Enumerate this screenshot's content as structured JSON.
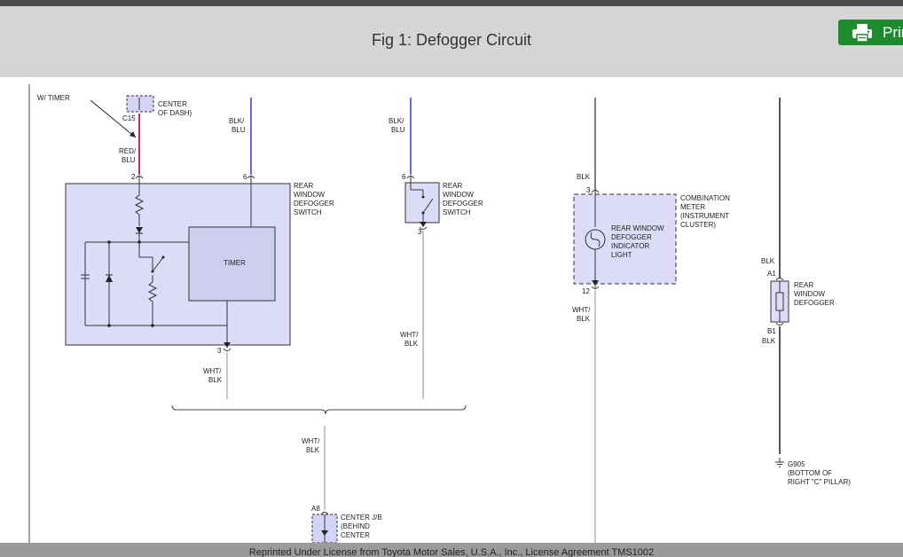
{
  "header": {
    "title": "Fig 1: Defogger Circuit",
    "print_label": "Print",
    "print_icon": "printer-icon",
    "button_color": "#1e8a2e"
  },
  "diagram": {
    "top_partial_label": "W/ TIMER",
    "jb_center_dash_line1": "CENTER",
    "jb_center_dash_line2": "OF DASH)",
    "connector_c15": "C15",
    "wire_red_blu_1": "RED/",
    "wire_red_blu_2": "BLU",
    "wire_blk_blu_a1": "BLK/",
    "wire_blk_blu_a2": "BLU",
    "wire_blk_blu_b1": "BLK/",
    "wire_blk_blu_b2": "BLU",
    "pin_2": "2",
    "pin_6a": "6",
    "pin_6b": "6",
    "pin_3a": "3",
    "pin_3b": "3",
    "pin_3c": "3",
    "pin_12": "12",
    "switch_w_timer_label": [
      "REAR",
      "WINDOW",
      "DEFOGGER",
      "SWITCH"
    ],
    "switch_plain_label": [
      "REAR",
      "WINDOW",
      "DEFOGGER",
      "SWITCH"
    ],
    "timer_label": "TIMER",
    "wire_wht_blk_a1": "WHT/",
    "wire_wht_blk_a2": "BLK",
    "wire_wht_blk_b1": "WHT/",
    "wire_wht_blk_b2": "BLK",
    "wire_wht_blk_c1": "WHT/",
    "wire_wht_blk_c2": "BLK",
    "wire_wht_blk_d1": "WHT/",
    "wire_wht_blk_d2": "BLK",
    "wire_blk_meter": "BLK",
    "meter_label": [
      "COMBINATION",
      "METER",
      "(INSTRUMENT",
      "CLUSTER)"
    ],
    "indicator_label": [
      "REAR WINDOW",
      "DEFOGGER",
      "INDICATOR",
      "LIGHT"
    ],
    "wire_blk_top": "BLK",
    "pin_a1": "A1",
    "defogger_label": [
      "REAR",
      "WINDOW",
      "DEFOGGER"
    ],
    "pin_b1": "B1",
    "wire_blk_bottom": "BLK",
    "ground_label": [
      "G905",
      "(BOTTOM OF",
      "RIGHT \"C\" PILLAR)"
    ],
    "pin_a8": "A8",
    "jb_behind_label": [
      "CENTER J/B",
      "(BEHIND",
      "CENTER"
    ]
  },
  "footer": {
    "text": "Reprinted Under License from Toyota Motor Sales, U.S.A., Inc., License Agreement TMS1002"
  }
}
